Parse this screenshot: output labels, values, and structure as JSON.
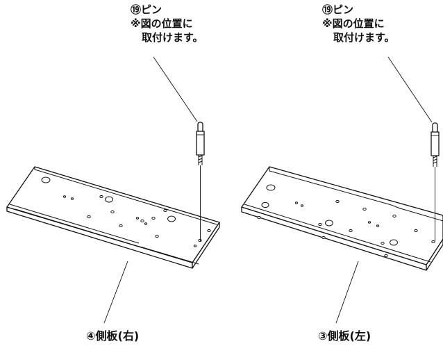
{
  "parts": [
    {
      "id": "right-side-panel",
      "pin_label": "⑲ピン",
      "note_line1": "※図の位置に",
      "note_line2": "取付けます。",
      "caption": "④側板(右)"
    },
    {
      "id": "left-side-panel",
      "pin_label": "⑲ピン",
      "note_line1": "※図の位置に",
      "note_line2": "取付けます。",
      "caption": "③側板(左)"
    }
  ],
  "colors": {
    "line": "#111111",
    "background": "#ffffff"
  },
  "icons": {
    "pin": "dowel-pin-icon"
  }
}
